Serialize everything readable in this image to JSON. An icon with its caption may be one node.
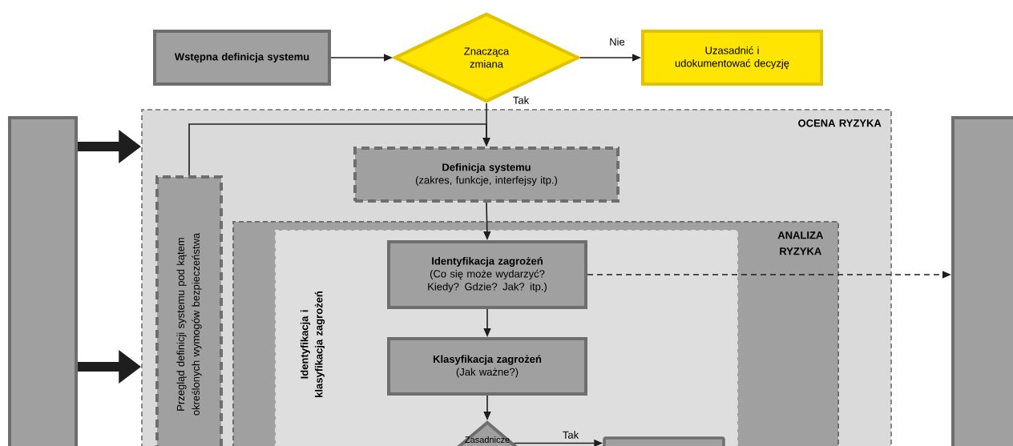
{
  "diagram": {
    "nodes": [
      {
        "text": [],
        "shape": "bar"
      },
      {
        "text": [
          "Wstępna definicja systemu"
        ]
      },
      {
        "text": [
          "Znacząca zmiana"
        ]
      },
      {
        "text": [
          "Uzasadnić i udokumentować decyzję"
        ]
      },
      {
        "text": [
          "OCENA RYZYKA"
        ]
      },
      {
        "text": [
          "Definicja systemu",
          "(zakres, funkcje, interfejsy itp.)"
        ],
        "in": 4
      },
      {
        "text": [
          "Przegląd definicji systemu pod kątem określonych wymogów bezpieczeństwa"
        ],
        "in": 4
      },
      {
        "text": [
          "ANALIZA RYZYKA"
        ],
        "in": 4
      },
      {
        "text": [
          "Identyfikacja i klasyfikacja zagrożeń"
        ],
        "in": 7
      },
      {
        "text": [
          "Identyfikacja zagrożeń",
          "(Co się może wydarzyć? Kiedy? Gdzie? Jak? itp.)"
        ],
        "in": 8
      },
      {
        "text": [
          "Klasyfikacja zagrożeń",
          "(Jak ważne?)"
        ],
        "in": 8
      },
      {
        "text": [
          "Zasadnicze"
        ],
        "in": 8
      },
      {
        "text": [],
        "shape": "box",
        "in": 8
      },
      {
        "text": [],
        "shape": "bar"
      }
    ],
    "edges": [
      {
        "from": 0,
        "to": 4,
        "arrow": "to",
        "style": "thick"
      },
      {
        "from": 0,
        "to": 4,
        "arrow": "to",
        "style": "thick"
      },
      {
        "from": 1,
        "to": 2,
        "arrow": "to"
      },
      {
        "from": 2,
        "to": 3,
        "arrow": "to",
        "label": "Nie"
      },
      {
        "from": 2,
        "to": 5,
        "arrow": "to",
        "label": "Tak"
      },
      {
        "from": 6,
        "to": 5,
        "arrow": "to"
      },
      {
        "from": 5,
        "to": 9,
        "arrow": "to"
      },
      {
        "from": 9,
        "to": 13,
        "arrow": "to",
        "style": "dashed"
      },
      {
        "from": 9,
        "to": 10,
        "arrow": "to"
      },
      {
        "from": 10,
        "to": 11,
        "arrow": "to"
      },
      {
        "from": 11,
        "to": 12,
        "arrow": "to",
        "label": "Tak"
      }
    ]
  }
}
